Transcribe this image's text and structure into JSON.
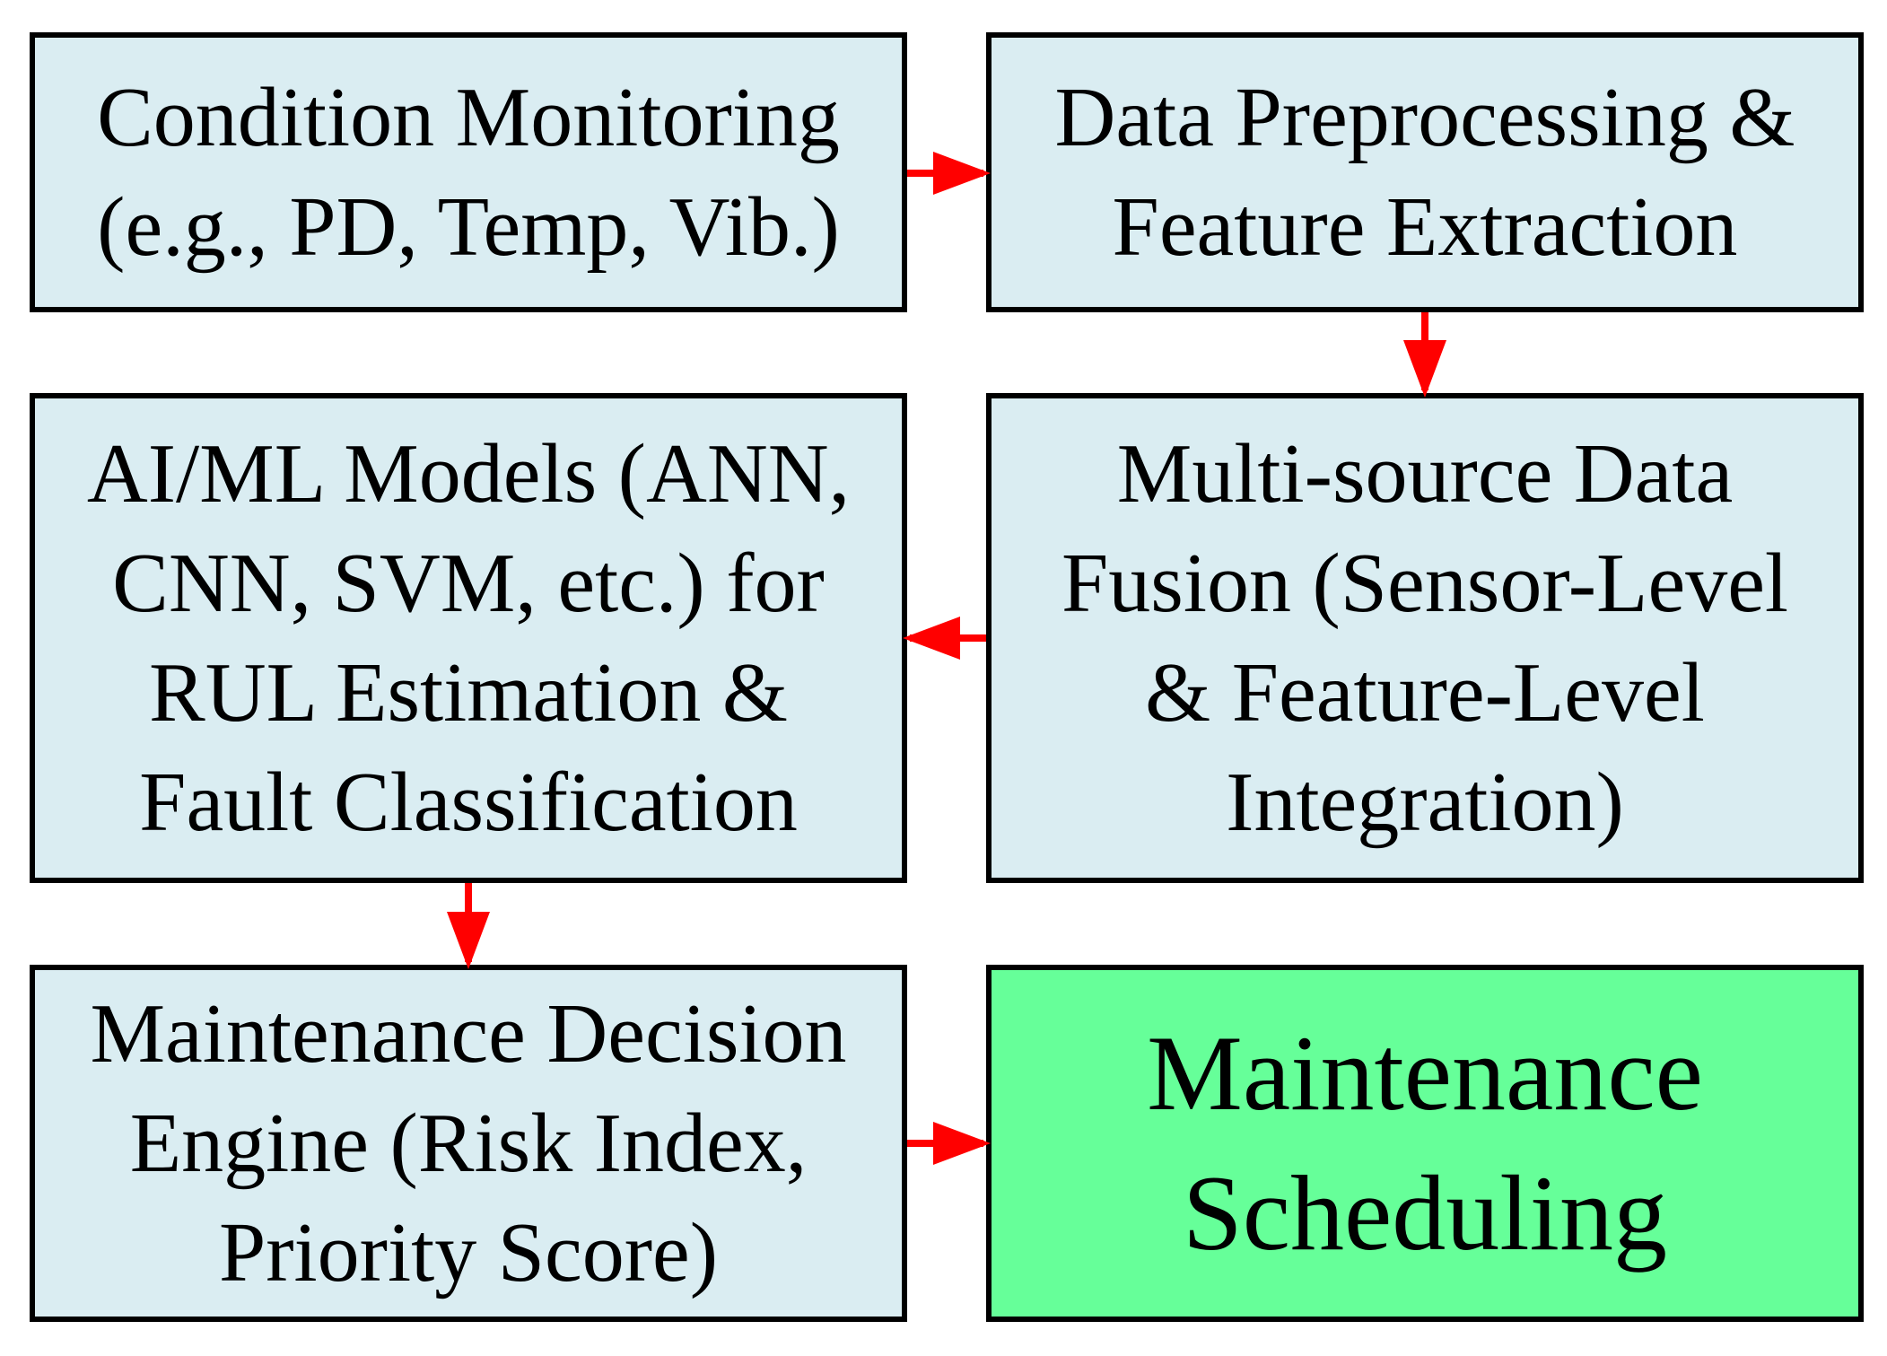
{
  "nodes": {
    "condition_monitoring": {
      "lines": [
        "Condition Monitoring",
        "(e.g., PD, Temp, Vib.)"
      ]
    },
    "data_preprocessing": {
      "lines": [
        "Data Preprocessing &",
        "Feature Extraction"
      ]
    },
    "data_fusion": {
      "lines": [
        "Multi-source Data",
        "Fusion (Sensor-Level",
        "& Feature-Level",
        "Integration)"
      ]
    },
    "ai_ml_models": {
      "lines": [
        "AI/ML Models (ANN,",
        "CNN, SVM, etc.) for",
        "RUL Estimation &",
        "Fault Classification"
      ]
    },
    "decision_engine": {
      "lines": [
        "Maintenance Decision",
        "Engine (Risk Index,",
        "Priority Score)"
      ]
    },
    "maintenance_scheduling": {
      "lines": [
        "Maintenance",
        "Scheduling"
      ]
    }
  },
  "edges": [
    {
      "from": "condition_monitoring",
      "to": "data_preprocessing"
    },
    {
      "from": "data_preprocessing",
      "to": "data_fusion"
    },
    {
      "from": "data_fusion",
      "to": "ai_ml_models"
    },
    {
      "from": "ai_ml_models",
      "to": "decision_engine"
    },
    {
      "from": "decision_engine",
      "to": "maintenance_scheduling"
    }
  ],
  "colors": {
    "box_fill": "#daedf2",
    "terminal_fill": "#66ff99",
    "border": "#000000",
    "arrow": "#ff0000",
    "text": "#000000"
  }
}
